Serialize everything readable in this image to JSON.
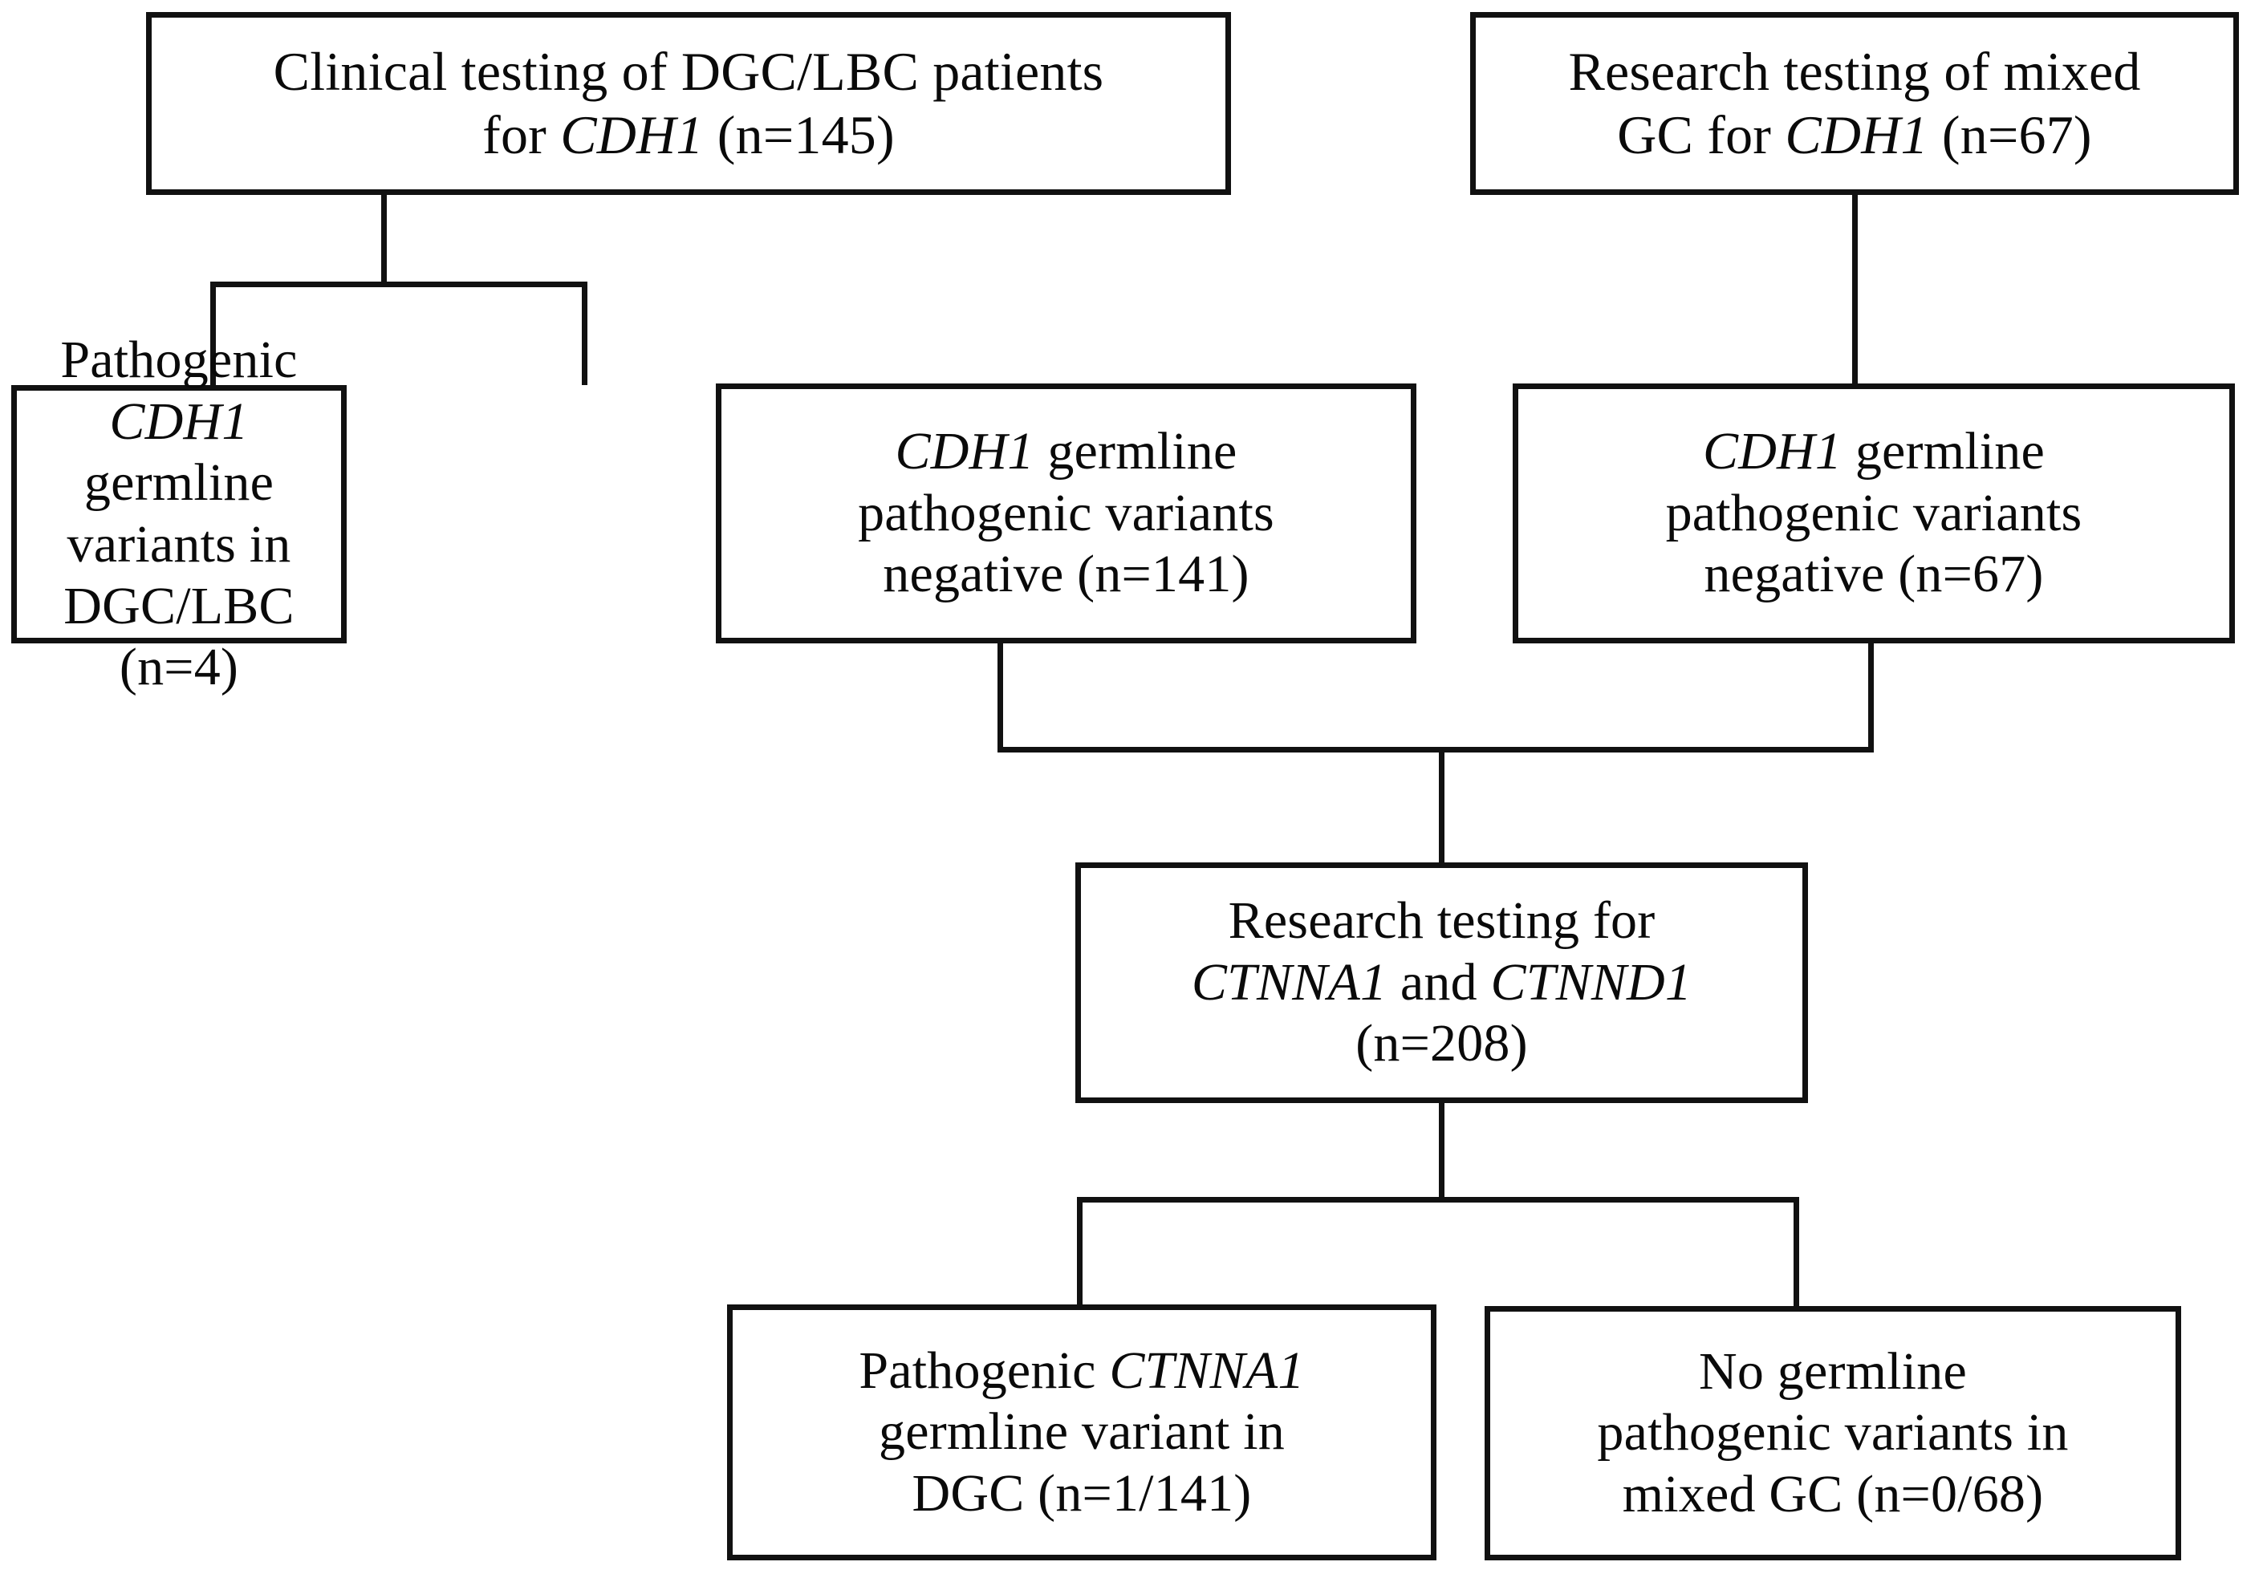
{
  "diagram": {
    "title": "CDH1, CTNNA1 and CTNND1 germline testing flowchart",
    "line_color": "#111111",
    "box_fill": "#ffffff",
    "text_color": "#0a0a0a"
  },
  "nodes": {
    "clinical_testing": {
      "id": "clinical-testing-dgc-lbc",
      "line1_a": "Clinical testing of DGC/LBC patients",
      "line2_a": "for ",
      "gene": "CDH1",
      "line2_b": " (n=145)",
      "full_text": "Clinical testing of DGC/LBC patients for CDH1 (n=145)",
      "n": 145
    },
    "research_testing_mixed_gc": {
      "id": "research-testing-mixed-gc",
      "line1_a": "Research testing of mixed",
      "line2_a": "GC for ",
      "gene": "CDH1",
      "line2_b": " (n=67)",
      "full_text": "Research testing of mixed GC for CDH1 (n=67)",
      "n": 67
    },
    "pathogenic_cdh1_dgc_lbc": {
      "id": "pathogenic-cdh1-variants-dgc-lbc",
      "line1_a": "Pathogenic ",
      "gene": "CDH1",
      "line2": "germline variants in",
      "line3": "DGC/LBC (n=4)",
      "full_text": "Pathogenic CDH1 germline variants in DGC/LBC (n=4)",
      "n": 4
    },
    "cdh1_negative_141": {
      "id": "cdh1-germline-negative-141",
      "gene": "CDH1",
      "line1_b": " germline",
      "line2": "pathogenic variants",
      "line3": "negative (n=141)",
      "full_text": "CDH1 germline pathogenic variants negative (n=141)",
      "n": 141
    },
    "cdh1_negative_67": {
      "id": "cdh1-germline-negative-67",
      "gene": "CDH1",
      "line1_b": " germline",
      "line2": "pathogenic variants",
      "line3": "negative (n=67)",
      "full_text": "CDH1 germline pathogenic variants negative (n=67)",
      "n": 67
    },
    "research_testing_ctnna1_ctnnd1": {
      "id": "research-testing-ctnna1-ctnnd1",
      "line1": "Research testing for",
      "gene1": "CTNNA1",
      "line2_mid": " and ",
      "gene2": "CTNND1",
      "line3": "(n=208)",
      "full_text": "Research testing for CTNNA1 and CTNND1 (n=208)",
      "n": 208
    },
    "pathogenic_ctnna1_dgc": {
      "id": "pathogenic-ctnna1-variant-dgc",
      "line1_a": "Pathogenic ",
      "gene": "CTNNA1",
      "line2": "germline variant in",
      "line3": "DGC (n=1/141)",
      "full_text": "Pathogenic CTNNA1 germline variant in DGC (n=1/141)",
      "n_numerator": 1,
      "n_denominator": 141
    },
    "no_germline_variants_mixed_gc": {
      "id": "no-germline-variants-mixed-gc",
      "line1": "No germline",
      "line2": "pathogenic variants in",
      "line3": "mixed GC (n=0/68)",
      "full_text": "No germline pathogenic variants in mixed GC (n=0/68)",
      "n_numerator": 0,
      "n_denominator": 68
    }
  },
  "edges": [
    {
      "id": "edge-clinical-to-split",
      "from": "clinical_testing",
      "to": "split-bar-top"
    },
    {
      "id": "edge-split-to-pathogenic-cdh1",
      "from": "split-bar-top",
      "to": "pathogenic_cdh1_dgc_lbc"
    },
    {
      "id": "edge-split-to-cdh1-neg-141",
      "from": "split-bar-top",
      "to": "cdh1_negative_141"
    },
    {
      "id": "edge-mixed-gc-to-cdh1-neg-67",
      "from": "research_testing_mixed_gc",
      "to": "cdh1_negative_67"
    },
    {
      "id": "edge-cdh1-neg-141-to-merge",
      "from": "cdh1_negative_141",
      "to": "merge-bar-mid"
    },
    {
      "id": "edge-cdh1-neg-67-to-merge",
      "from": "cdh1_negative_67",
      "to": "merge-bar-mid"
    },
    {
      "id": "edge-merge-to-research-ctnna1",
      "from": "merge-bar-mid",
      "to": "research_testing_ctnna1_ctnnd1"
    },
    {
      "id": "edge-research-to-split-bottom",
      "from": "research_testing_ctnna1_ctnnd1",
      "to": "split-bar-bottom"
    },
    {
      "id": "edge-split-to-ctnna1-dgc",
      "from": "split-bar-bottom",
      "to": "pathogenic_ctnna1_dgc"
    },
    {
      "id": "edge-split-to-no-variants",
      "from": "split-bar-bottom",
      "to": "no_germline_variants_mixed_gc"
    }
  ]
}
